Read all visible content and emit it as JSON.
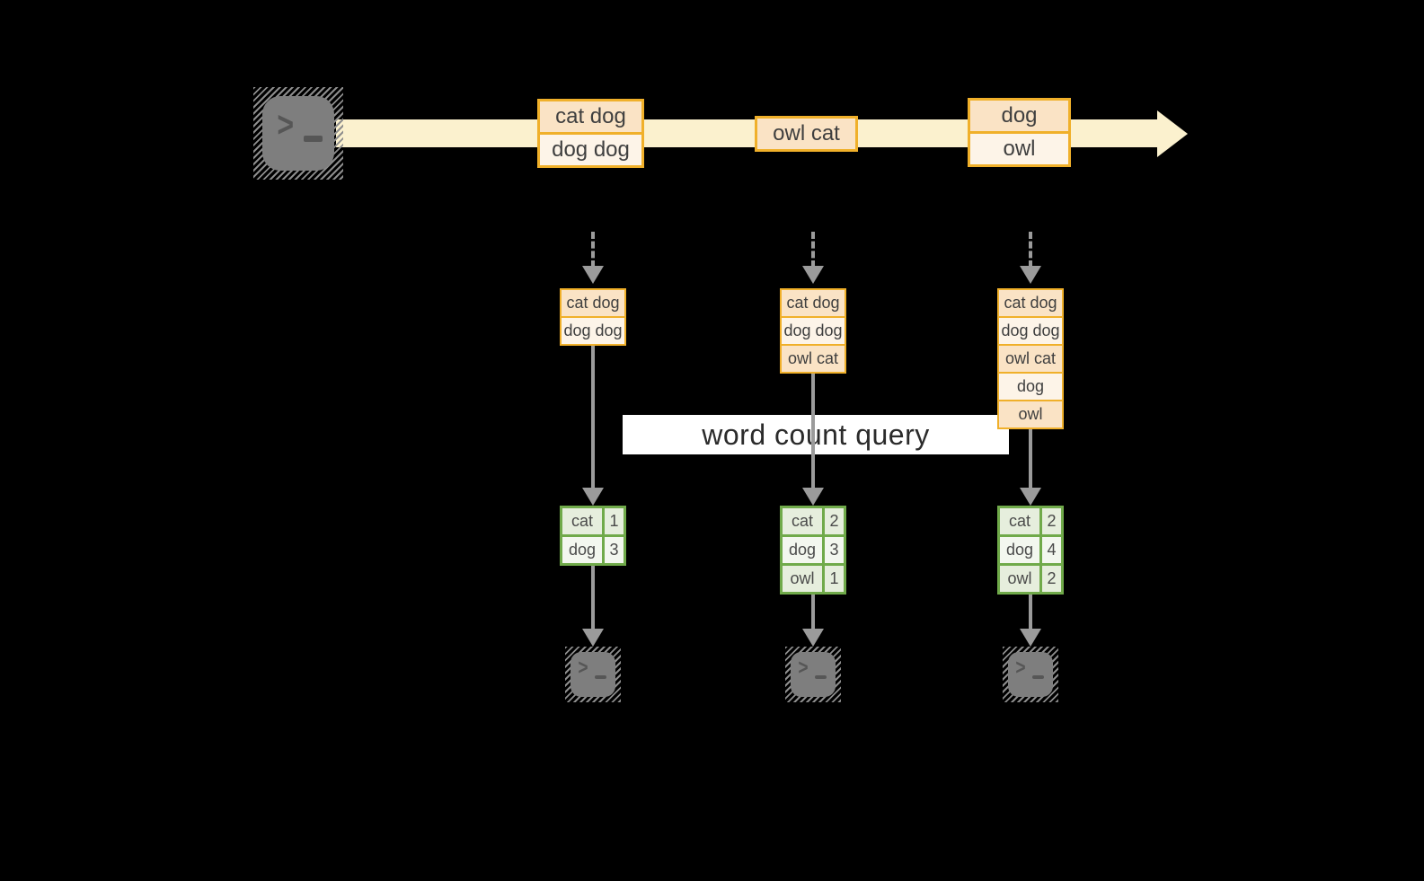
{
  "query_label": "word count query",
  "icons": {
    "terminal_prompt": ">"
  },
  "colors": {
    "background": "#000000",
    "stream_band": "#fbf1ce",
    "event_fill_peach": "#fae3c5",
    "event_fill_cream": "#fdf4e8",
    "event_border_orange": "#f0b02a",
    "table_border_green": "#70aa4a",
    "table_fill_sage": "#e6eedd",
    "table_fill_light": "#f3f7ef",
    "arrow_gray": "#9b9b9b",
    "terminal_gray": "#7e7e7e"
  },
  "stream": {
    "events": [
      {
        "lines": [
          "cat dog",
          "dog dog"
        ]
      },
      {
        "lines": [
          "owl cat"
        ]
      },
      {
        "lines": [
          "dog",
          "owl"
        ]
      }
    ]
  },
  "columns": [
    {
      "buffer": [
        "cat dog",
        "dog dog"
      ],
      "counts": [
        {
          "word": "cat",
          "count": "1"
        },
        {
          "word": "dog",
          "count": "3"
        }
      ]
    },
    {
      "buffer": [
        "cat dog",
        "dog dog",
        "owl cat"
      ],
      "counts": [
        {
          "word": "cat",
          "count": "2"
        },
        {
          "word": "dog",
          "count": "3"
        },
        {
          "word": "owl",
          "count": "1"
        }
      ]
    },
    {
      "buffer": [
        "cat dog",
        "dog dog",
        "owl cat",
        "dog",
        "owl"
      ],
      "counts": [
        {
          "word": "cat",
          "count": "2"
        },
        {
          "word": "dog",
          "count": "4"
        },
        {
          "word": "owl",
          "count": "2"
        }
      ]
    }
  ]
}
